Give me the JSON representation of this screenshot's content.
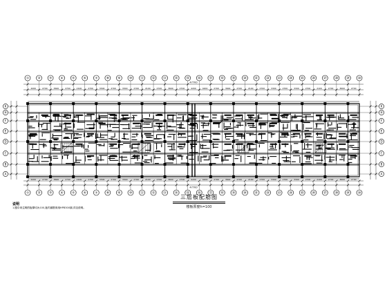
{
  "drawing": {
    "title": "三层板配筋图",
    "subtitle": "楼板厚度h=100",
    "notes_heading": "说明",
    "notes_text": "1.图中未注明的板厚均为100,板内钢筋采用HPB300钢,详见说明。",
    "overall_dim": "47700",
    "axis_labels_horizontal": [
      "①",
      "②",
      "③",
      "④",
      "⑤",
      "⑥",
      "⑦",
      "⑧",
      "⑨",
      "⑩",
      "⑪",
      "⑫",
      "⑬",
      "⑭",
      "⑮",
      "⑯",
      "⑰",
      "⑱",
      "⑲",
      "⑳",
      "㉑",
      "㉒",
      "㉓",
      "㉔",
      "㉕",
      "㉖",
      "㉗",
      "㉘",
      "㉙",
      "㉚"
    ],
    "axis_labels_vertical": [
      "K",
      "H",
      "F",
      "E",
      "D",
      "C",
      "B",
      "A"
    ],
    "top_dims": [
      "4200",
      "2700",
      "3600",
      "2700",
      "2100",
      "2700",
      "3300",
      "2700",
      "3300",
      "2700",
      "2100",
      "2700",
      "3600",
      "2700",
      "4200",
      "4200",
      "2700",
      "3600",
      "2700",
      "2100",
      "2700",
      "3300",
      "2700",
      "3300",
      "2700",
      "2100",
      "2700",
      "3600",
      "2700"
    ],
    "line_color": "#000000"
  }
}
